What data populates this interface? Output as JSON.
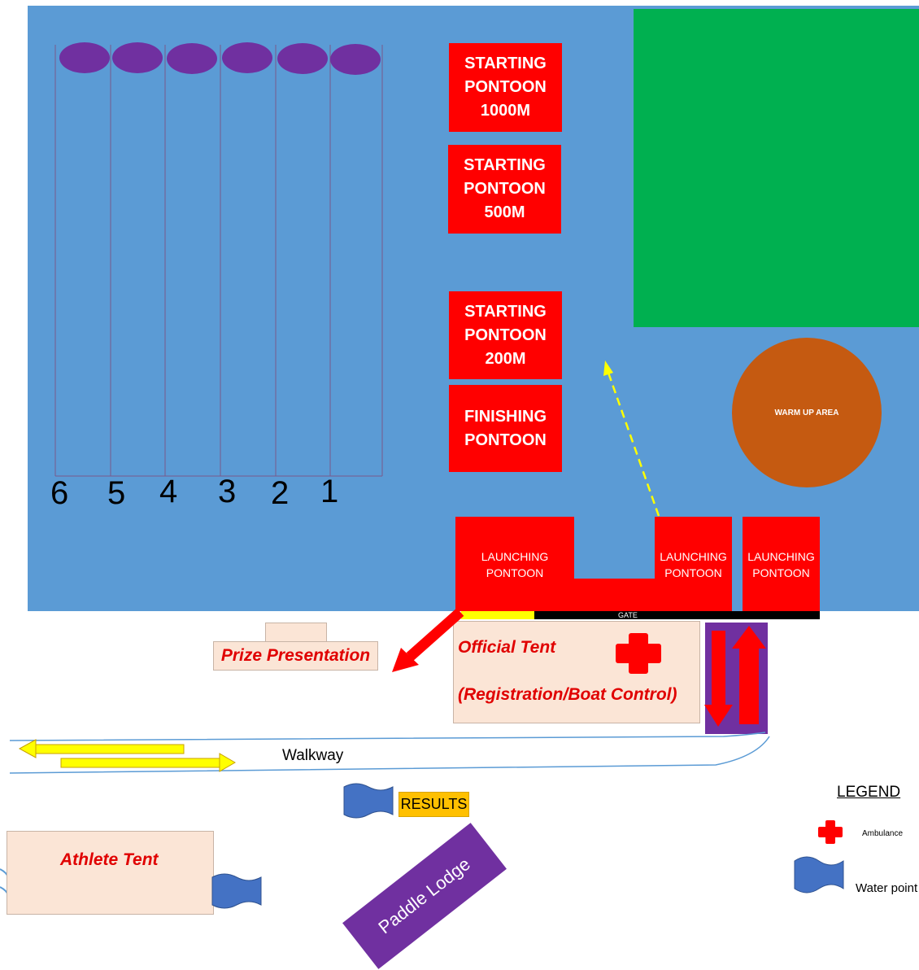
{
  "map": {
    "lanes": [
      "6",
      "5",
      "4",
      "3",
      "2",
      "1"
    ],
    "warmup_label": "WARM UP AREA",
    "pontoons": {
      "start_1000": "STARTING\nPONTOON\n1000M",
      "start_500": "STARTING\nPONTOON\n500M",
      "start_200": "STARTING\nPONTOON\n200M",
      "finish": "FINISHING\nPONTOON",
      "launch_1": "LAUNCHING\nPONTOON",
      "launch_2": "LAUNCHING\nPONTOON",
      "launch_3": "LAUNCHING\nPONTOON"
    },
    "gate_label": "GATE",
    "prize_label": "Prize Presentation",
    "official_tent_title": "Official Tent",
    "official_tent_sub": "(Registration/Boat Control)",
    "walkway_label": "Walkway",
    "results_label": "RESULTS",
    "athlete_tent_label": "Athlete Tent",
    "paddle_lodge_label": "Paddle Lodge"
  },
  "legend": {
    "title": "LEGEND",
    "ambulance_label": "Ambulance",
    "water_label": "Water point"
  },
  "colors": {
    "water": "#5b9bd5",
    "grass": "#00b050",
    "pontoon": "#ff0000",
    "warmup": "#c55a11",
    "buoy": "#7030a0",
    "tent": "#fbe5d6",
    "results": "#ffc000",
    "arrow_yellow": "#ffff00"
  }
}
